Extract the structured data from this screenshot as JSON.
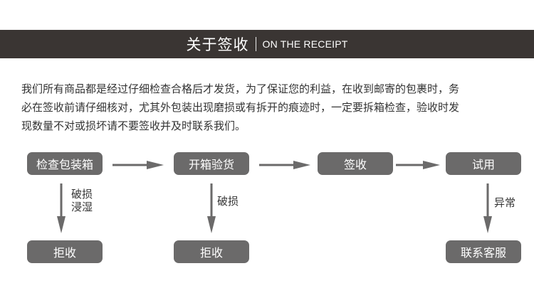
{
  "header": {
    "title": "关于签收",
    "subtitle": "ON THE RECEIPT"
  },
  "paragraph": {
    "lines": [
      "我们所有商品都是经过仔细检查合格后才发货，为了保证您的利益，在收到邮寄的包裹时，务",
      "必在签收前请仔细核对，尤其外包装出现磨损或有拆开的痕迹时，一定要拆箱检查，验收时发",
      "现数量不对或损坏请不要签收并及时联系我们。"
    ]
  },
  "flow": {
    "top_steps": [
      "检查包装箱",
      "开箱验货",
      "签收",
      "试用"
    ],
    "bottom_steps": [
      "拒收",
      "拒收",
      "联系客服"
    ],
    "branch_labels": [
      "破损\n浸湿",
      "破损",
      "异常"
    ],
    "colors": {
      "box": "#6b6a6a",
      "arrow": "#6b6a6a",
      "header_bg": "#3a3533"
    }
  }
}
